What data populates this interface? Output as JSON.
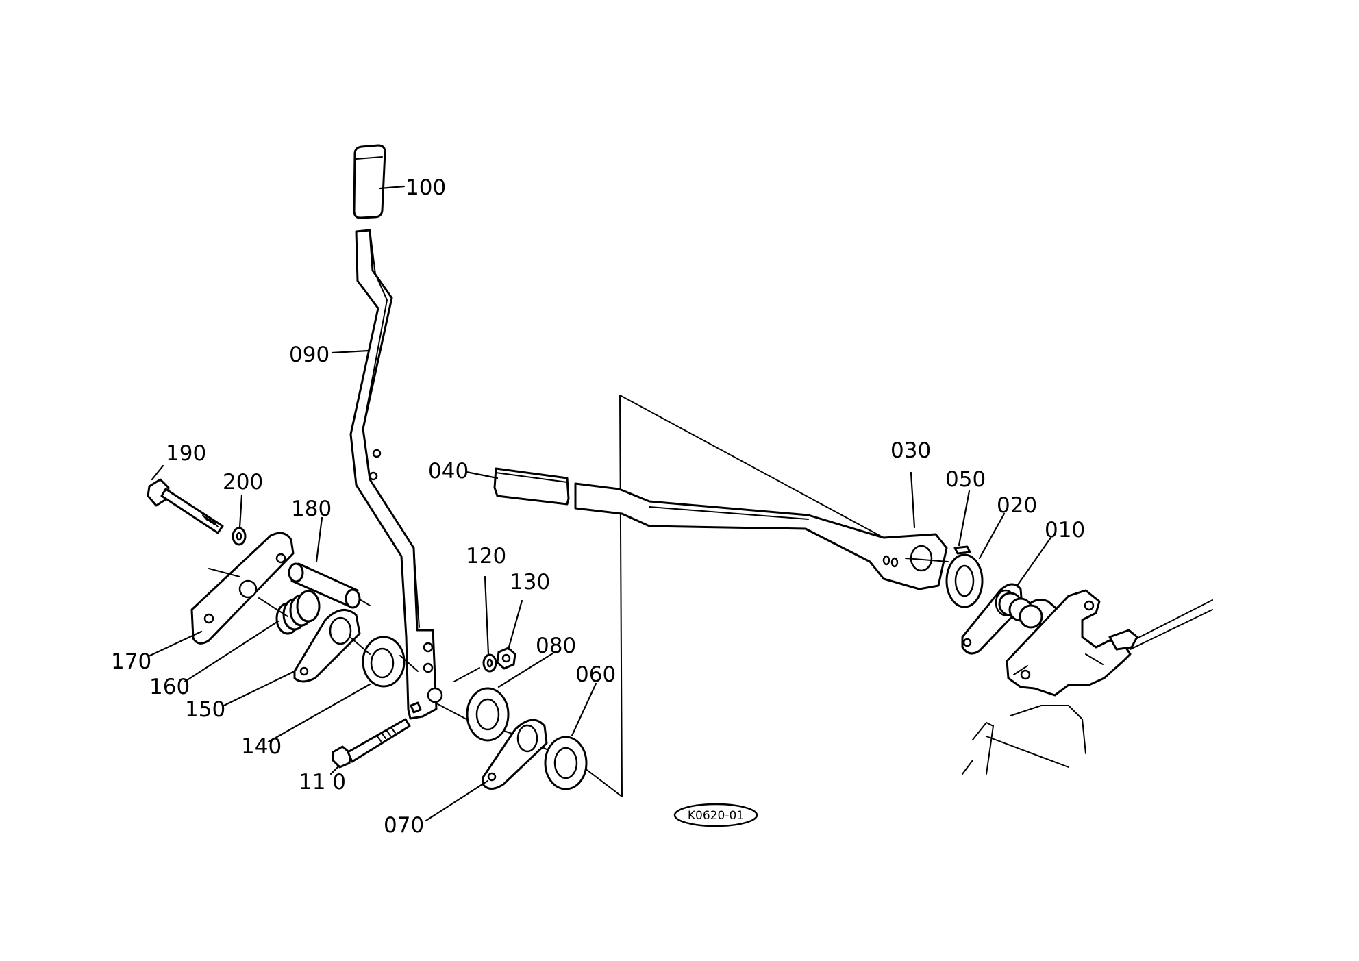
{
  "drawing_code": "K0620-01",
  "callouts": [
    {
      "id": "010",
      "text": "010"
    },
    {
      "id": "020",
      "text": "020"
    },
    {
      "id": "030",
      "text": "030"
    },
    {
      "id": "040",
      "text": "040"
    },
    {
      "id": "050",
      "text": "050"
    },
    {
      "id": "060",
      "text": "060"
    },
    {
      "id": "070",
      "text": "070"
    },
    {
      "id": "080",
      "text": "080"
    },
    {
      "id": "090",
      "text": "090"
    },
    {
      "id": "100",
      "text": "100"
    },
    {
      "id": "110",
      "text": "11 0"
    },
    {
      "id": "120",
      "text": "120"
    },
    {
      "id": "130",
      "text": "130"
    },
    {
      "id": "140",
      "text": "140"
    },
    {
      "id": "150",
      "text": "150"
    },
    {
      "id": "160",
      "text": "160"
    },
    {
      "id": "170",
      "text": "170"
    },
    {
      "id": "180",
      "text": "180"
    },
    {
      "id": "190",
      "text": "190"
    },
    {
      "id": "200",
      "text": "200"
    }
  ]
}
